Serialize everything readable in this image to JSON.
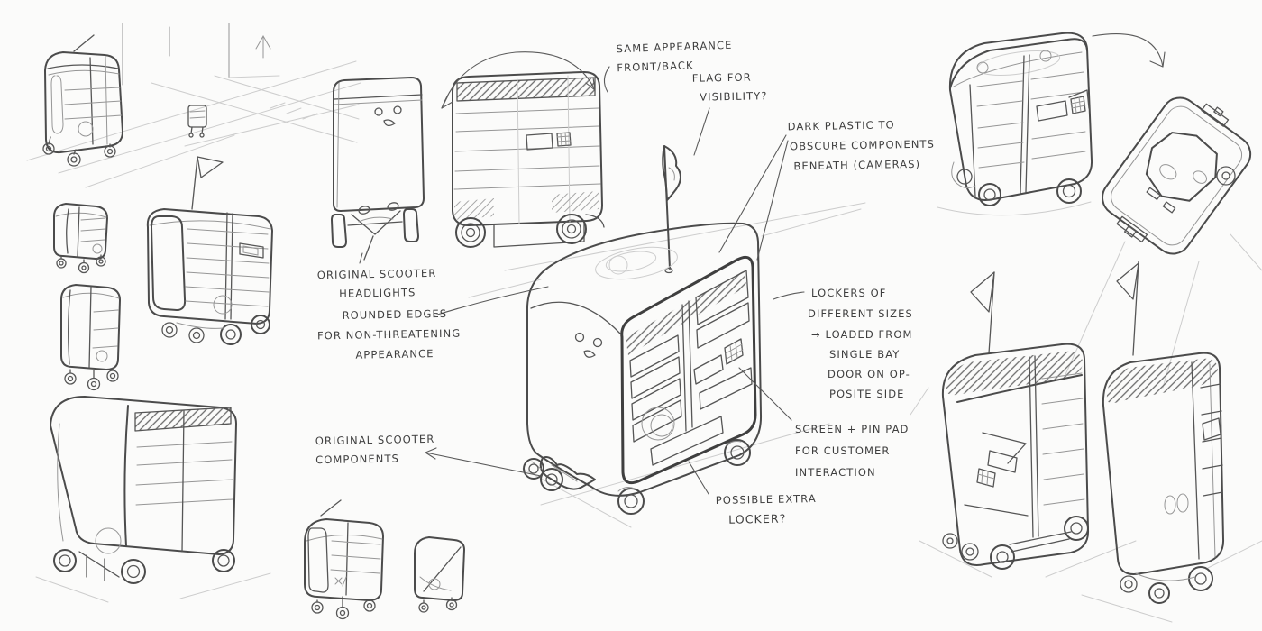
{
  "colors": {
    "paper": "#fbfbfa",
    "ink": "#4b4b4b",
    "ink_heavy": "#3f3f3f",
    "construction": "#cdcdcd",
    "annotation_text": "#3e3e3e"
  },
  "annotations": {
    "same_appearance": {
      "lines": [
        "SAME APPEARANCE",
        "FRONT/BACK"
      ]
    },
    "flag_visibility": {
      "lines": [
        "FLAG FOR",
        "VISIBILITY?"
      ]
    },
    "dark_plastic": {
      "lines": [
        "DARK PLASTIC TO",
        "OBSCURE COMPONENTS",
        "BENEATH (CAMERAS)"
      ]
    },
    "original_scooter_headlights": {
      "lines": [
        "ORIGINAL SCOOTER",
        "HEADLIGHTS"
      ]
    },
    "rounded_edges": {
      "lines": [
        "ROUNDED EDGES",
        "FOR NON-THREATENING",
        "APPEARANCE"
      ]
    },
    "lockers_sizes": {
      "lines": [
        "LOCKERS OF",
        "DIFFERENT SIZES"
      ]
    },
    "loaded_from": {
      "lines": [
        "→ LOADED FROM",
        "SINGLE BAY",
        "DOOR ON OP-",
        "POSITE SIDE"
      ]
    },
    "screen_pin_pad": {
      "lines": [
        "SCREEN + PIN PAD",
        "FOR CUSTOMER",
        "INTERACTION"
      ]
    },
    "original_scooter_components": {
      "lines": [
        "ORIGINAL SCOOTER",
        "COMPONENTS"
      ]
    },
    "possible_extra_locker": {
      "lines": [
        "POSSIBLE EXTRA",
        "LOCKER?"
      ]
    }
  },
  "sketches": {
    "icons": [
      "street-scene-sketch",
      "robot-thumbnail-sketch",
      "flag-robot-sketch",
      "large-robot-sketch",
      "front-view-sketch",
      "side-view-sketch",
      "hero-robot-sketch",
      "detail-robot-sketch",
      "top-internal-view-sketch",
      "flag-robot-front-sketch",
      "flag-robot-back-sketch"
    ]
  }
}
